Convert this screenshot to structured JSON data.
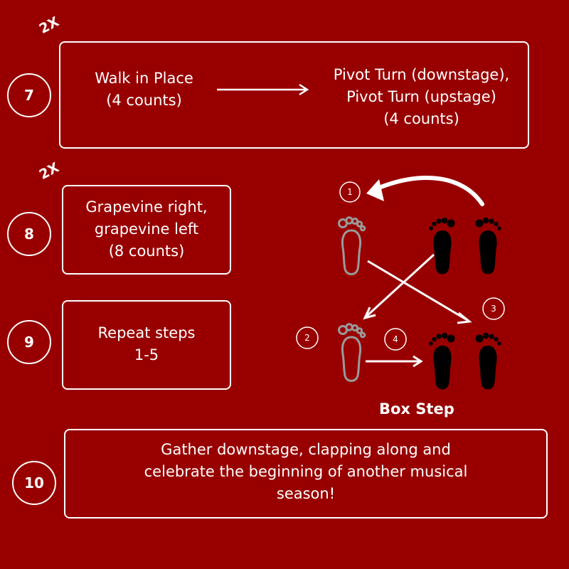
{
  "steps": [
    {
      "number": "7",
      "repeat": "2X",
      "left_text": "Walk in Place\n(4 counts)",
      "right_text": "Pivot Turn (downstage),\nPivot Turn (upstage)\n(4 counts)"
    },
    {
      "number": "8",
      "repeat": "2X",
      "text": "Grapevine right,\ngrapevine left\n(8 counts)"
    },
    {
      "number": "9",
      "text": "Repeat steps\n1-5"
    },
    {
      "number": "10",
      "text": "Gather downstage, clapping along and\ncelebrate the beginning of another musical\nseason!"
    }
  ],
  "box_step": {
    "caption": "Box Step",
    "markers": [
      "1",
      "2",
      "3",
      "4"
    ]
  },
  "colors": {
    "background": "#980000",
    "line": "#ffffff",
    "footprint_start": "#9a9a9a",
    "footprint_solid": "#000000"
  },
  "icons": [
    "arrow-right-icon",
    "curved-arrow-icon",
    "footprint-icon"
  ]
}
